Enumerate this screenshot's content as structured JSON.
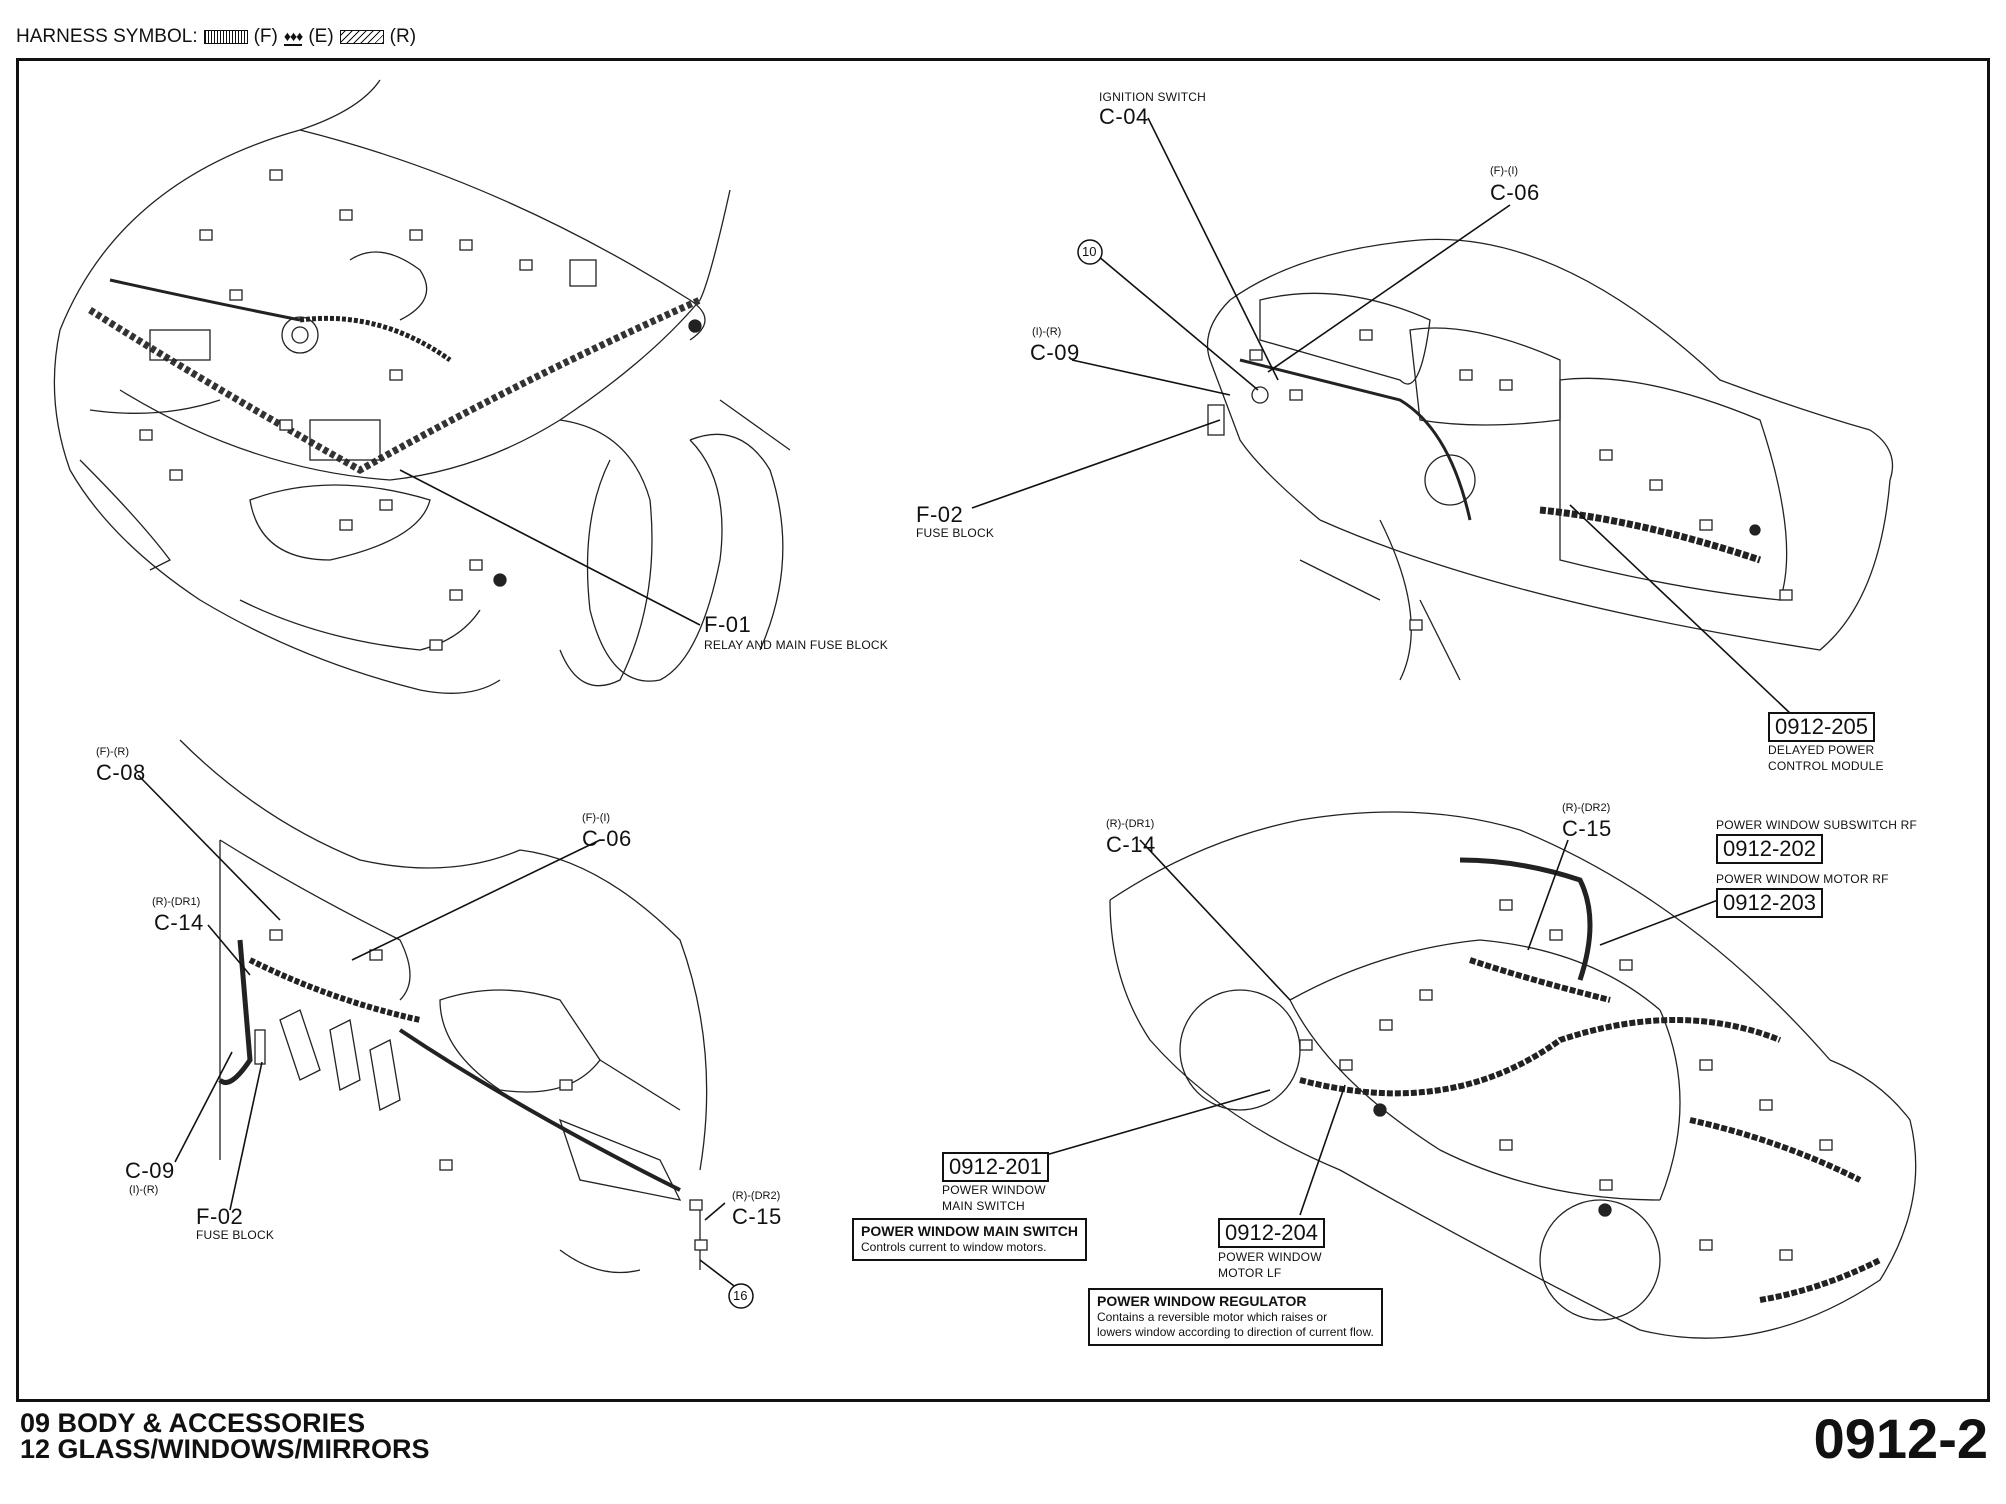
{
  "header": {
    "prefix": "HARNESS SYMBOL:",
    "symbols": [
      {
        "swatch": "vertical-hatch",
        "label": "(F)"
      },
      {
        "swatch": "diamond-chain",
        "label": "(E)",
        "glyph": "♦♦♦"
      },
      {
        "swatch": "diagonal-hatch",
        "label": "(R)"
      }
    ]
  },
  "labels": {
    "ignition_name": "IGNITION SWITCH",
    "ignition_code": "C-04",
    "c06_top_sub": "(F)-(I)",
    "c06_top_code": "C-06",
    "c09_top_sub": "(I)-(R)",
    "c09_top_code": "C-09",
    "num_10": "10",
    "f02_top_code": "F-02",
    "f02_top_name": "FUSE BLOCK",
    "f01_code": "F-01",
    "f01_name": "RELAY AND MAIN FUSE BLOCK",
    "m205_code": "0912-205",
    "m205_name_1": "DELAYED POWER",
    "m205_name_2": "CONTROL MODULE",
    "c08_sub": "(F)-(R)",
    "c08_code": "C-08",
    "c06_bot_sub": "(F)-(I)",
    "c06_bot_code": "C-06",
    "c14_left_sub": "(R)-(DR1)",
    "c14_left_code": "C-14",
    "c09_bot_code": "C-09",
    "c09_bot_sub": "(I)-(R)",
    "f02_bot_code": "F-02",
    "f02_bot_name": "FUSE BLOCK",
    "c15_left_sub": "(R)-(DR2)",
    "c15_left_code": "C-15",
    "num_16": "16",
    "c14_right_sub": "(R)-(DR1)",
    "c14_right_code": "C-14",
    "c15_right_sub": "(R)-(DR2)",
    "c15_right_code": "C-15",
    "m202_name": "POWER WINDOW SUBSWITCH RF",
    "m202_code": "0912-202",
    "m203_name": "POWER WINDOW MOTOR RF",
    "m203_code": "0912-203",
    "m201_code": "0912-201",
    "m201_name_1": "POWER WINDOW",
    "m201_name_2": "MAIN SWITCH",
    "m204_code": "0912-204",
    "m204_name_1": "POWER WINDOW",
    "m204_name_2": "MOTOR LF"
  },
  "notes": {
    "main_switch_title": "POWER WINDOW MAIN SWITCH",
    "main_switch_text": "Controls current to window motors.",
    "regulator_title": "POWER WINDOW REGULATOR",
    "regulator_text_1": "Contains a reversible motor which raises or",
    "regulator_text_2": "lowers window according to direction of current flow."
  },
  "footer": {
    "line1": "09  BODY & ACCESSORIES",
    "line2": "12  GLASS/WINDOWS/MIRRORS",
    "page": "0912-2"
  }
}
